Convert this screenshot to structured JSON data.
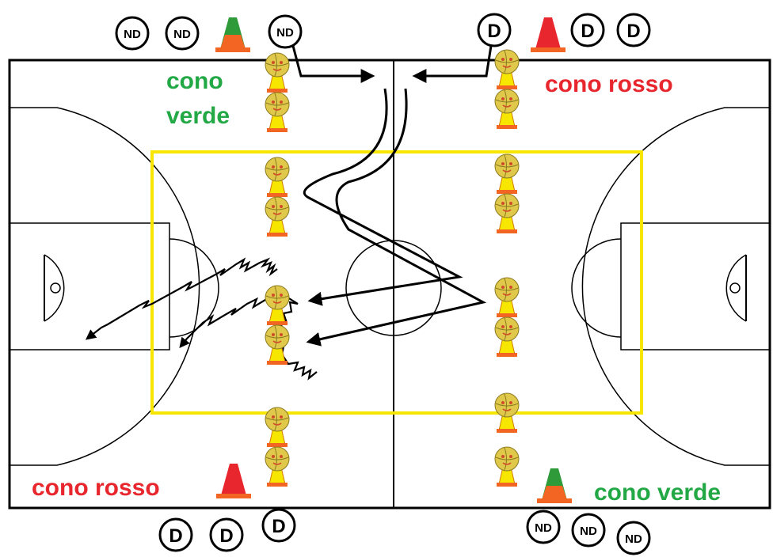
{
  "labels": {
    "cone_green_top_line1": "cono",
    "cone_green_top_line2": "verde",
    "cone_red_top": "cono rosso",
    "cone_red_bottom": "cono rosso",
    "cone_green_bottom": "cono verde"
  },
  "players": {
    "nd": "ND",
    "d": "D"
  },
  "colors": {
    "court_line": "#000000",
    "yellow_box": "#f7e600",
    "label_green": "#22a845",
    "label_red": "#e8262d",
    "cone_red": "#e8262d",
    "cone_green": "#2e9a3a",
    "cone_base": "#f26522",
    "ball": "#e0c84a",
    "ball_face": "#d04b2a"
  },
  "icons": [
    "traffic-cone-icon",
    "ball-on-cone-icon",
    "player-token-icon",
    "arrow-icon"
  ]
}
